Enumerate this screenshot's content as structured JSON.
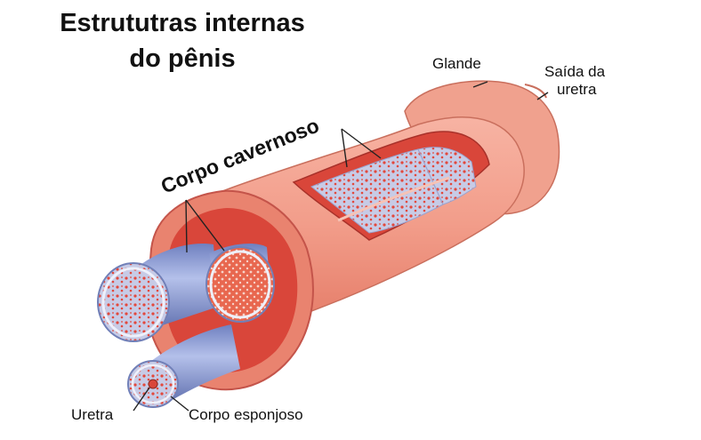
{
  "title_line1": "Estrututras internas",
  "title_line2": "do pênis",
  "labels": {
    "glande": "Glande",
    "saida_line1": "Saída da",
    "saida_line2": "uretra",
    "corpo_cavernoso": "Corpo cavernoso",
    "uretra": "Uretra",
    "corpo_esponjoso": "Corpo esponjoso"
  },
  "colors": {
    "skin": "#f3a08e",
    "skin_dark": "#e9836f",
    "tissue_red": "#d9463a",
    "spongy": "#b8bfdf",
    "tube_blue": "#8a9bd3"
  }
}
